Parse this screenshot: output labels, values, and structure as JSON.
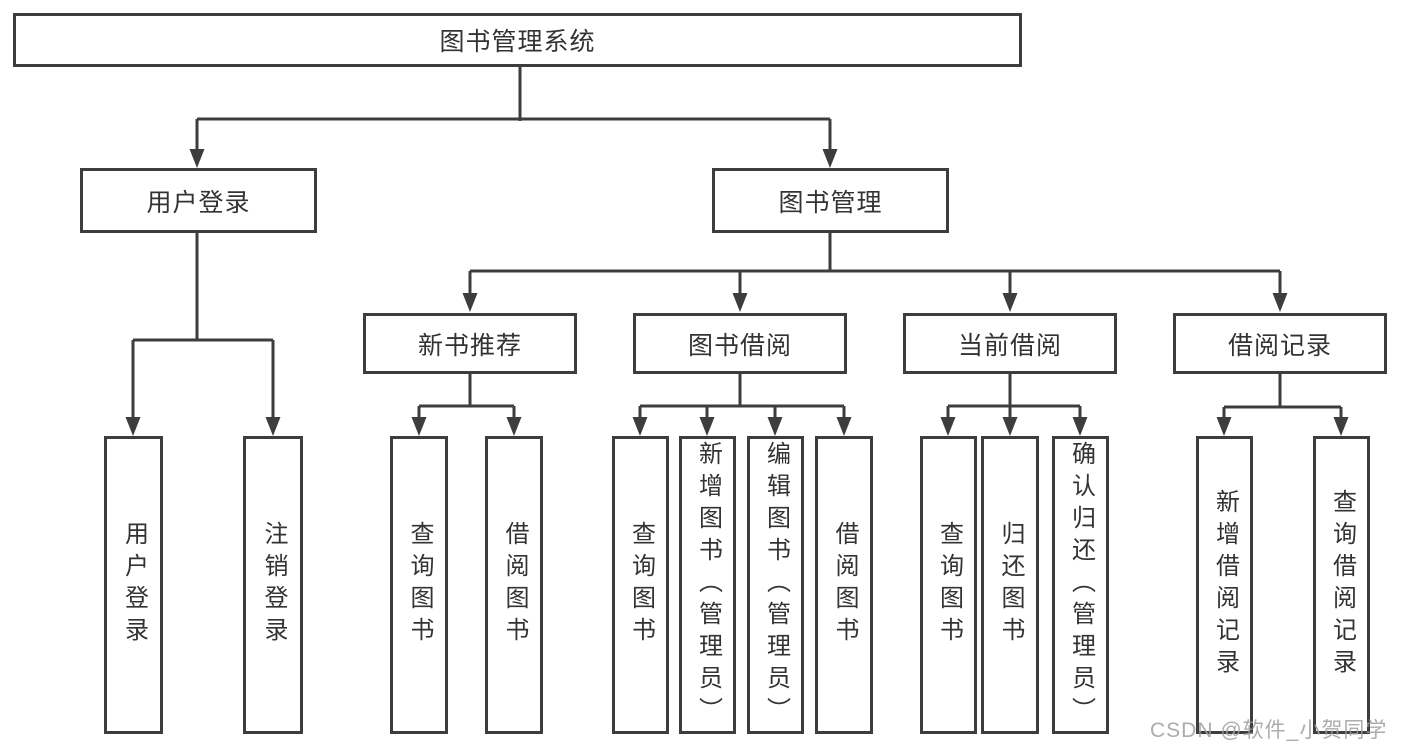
{
  "diagram": {
    "root": {
      "label": "图书管理系统"
    },
    "user_login": {
      "label": "用户登录",
      "children": [
        {
          "label": "用户登录"
        },
        {
          "label": "注销登录"
        }
      ]
    },
    "book_mgmt": {
      "label": "图书管理",
      "sections": [
        {
          "label": "新书推荐",
          "children": [
            {
              "label": "查询图书"
            },
            {
              "label": "借阅图书"
            }
          ]
        },
        {
          "label": "图书借阅",
          "children": [
            {
              "label": "查询图书"
            },
            {
              "label": "新增图书（管理员）"
            },
            {
              "label": "编辑图书（管理员）"
            },
            {
              "label": "借阅图书"
            }
          ]
        },
        {
          "label": "当前借阅",
          "children": [
            {
              "label": "查询图书"
            },
            {
              "label": "归还图书"
            },
            {
              "label": "确认归还（管理员）"
            }
          ]
        },
        {
          "label": "借阅记录",
          "children": [
            {
              "label": "新增借阅记录"
            },
            {
              "label": "查询借阅记录"
            }
          ]
        }
      ]
    },
    "colors": {
      "line": "#3d3d3d",
      "text": "#333333",
      "watermark": "#9e9e9e"
    }
  },
  "watermark": {
    "text": "CSDN @软件_小贺同学"
  }
}
